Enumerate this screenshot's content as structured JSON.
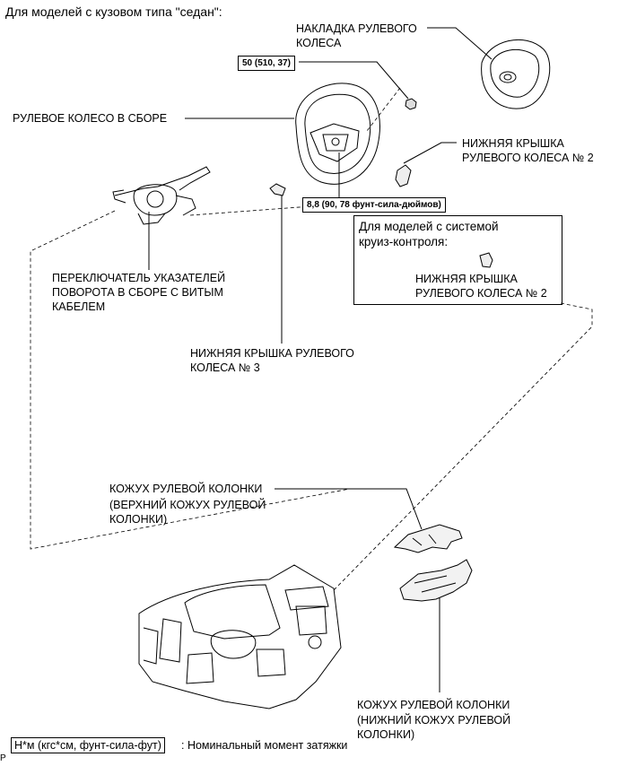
{
  "header": {
    "title": "Для моделей с кузовом типа \"седан\":"
  },
  "labels": {
    "steering_pad": "НАКЛАДКА РУЛЕВОГО КОЛЕСА",
    "steering_pad_l1": "НАКЛАДКА РУЛЕВОГО",
    "steering_pad_l2": "КОЛЕСА",
    "torque_nut": "50 (510, 37)",
    "steering_wheel": "РУЛЕВОЕ КОЛЕСО В СБОРЕ",
    "lower_cover2_l1": "НИЖНЯЯ КРЫШКА",
    "lower_cover2_l2": "РУЛЕВОГО КОЛЕСА № 2",
    "torque_screw": "8,8 (90, 78 фунт-сила-дюймов)",
    "combo_switch_l1": "ПЕРЕКЛЮЧАТЕЛЬ УКАЗАТЕЛЕЙ",
    "combo_switch_l2": "ПОВОРОТА В СБОРЕ С ВИТЫМ",
    "combo_switch_l3": "КАБЕЛЕМ",
    "lower_cover3_l1": "НИЖНЯЯ КРЫШКА РУЛЕВОГО",
    "lower_cover3_l2": "КОЛЕСА № 3",
    "upper_cover_l1": "КОЖУХ РУЛЕВОЙ КОЛОНКИ",
    "upper_cover_l2": "(ВЕРХНИЙ КОЖУХ РУЛЕВОЙ",
    "upper_cover_l3": "КОЛОНКИ)",
    "lower_cover_l1": "КОЖУХ РУЛЕВОЙ КОЛОНКИ",
    "lower_cover_l2": "(НИЖНИЙ КОЖУХ РУЛЕВОЙ",
    "lower_cover_l3": "КОЛОНКИ)"
  },
  "cruise_box": {
    "title_l1": "Для моделей с системой",
    "title_l2": "круиз-контроля:",
    "part_l1": "НИЖНЯЯ КРЫШКА",
    "part_l2": "РУЛЕВОГО КОЛЕСА № 2"
  },
  "legend": {
    "unit": "Н*м (кгс*см, фунт-сила-фут)",
    "description": ": Номинальный момент затяжки"
  },
  "footer": {
    "marker": "P"
  }
}
